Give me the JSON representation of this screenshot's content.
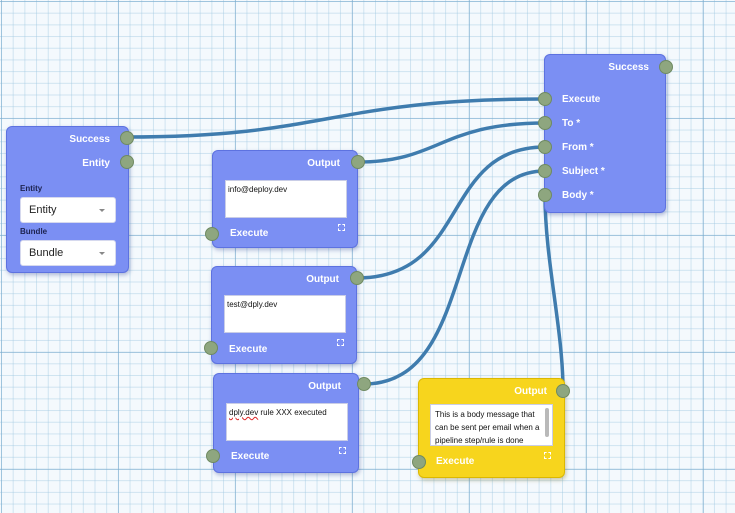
{
  "canvas": {
    "bg_color": "#f4f9fd",
    "grid_color": "#78aacd",
    "wire_color": "#3f7cae",
    "node_color": "#7b8ff3",
    "note_color": "#f7d51d",
    "port_color": "#8ea67f"
  },
  "entity_node": {
    "success_label": "Success",
    "entity_port_label": "Entity",
    "entity_field_label": "Entity",
    "entity_select_value": "Entity",
    "bundle_field_label": "Bundle",
    "bundle_select_value": "Bundle"
  },
  "email_node": {
    "success_label": "Success",
    "inputs": [
      {
        "label": "Execute"
      },
      {
        "label": "To *"
      },
      {
        "label": "From *"
      },
      {
        "label": "Subject *"
      },
      {
        "label": "Body *"
      }
    ]
  },
  "text_nodes": [
    {
      "output_label": "Output",
      "value": "info@deploy.dev",
      "execute_label": "Execute"
    },
    {
      "output_label": "Output",
      "value": "test@dply.dev",
      "execute_label": "Execute"
    },
    {
      "output_label": "Output",
      "value_word": "dply.dev",
      "value_rest": " rule XXX executed",
      "execute_label": "Execute"
    }
  ],
  "body_node": {
    "output_label": "Output",
    "value": "This is a body message that can be sent per email when a pipeline step/rule is done",
    "execute_label": "Execute"
  }
}
